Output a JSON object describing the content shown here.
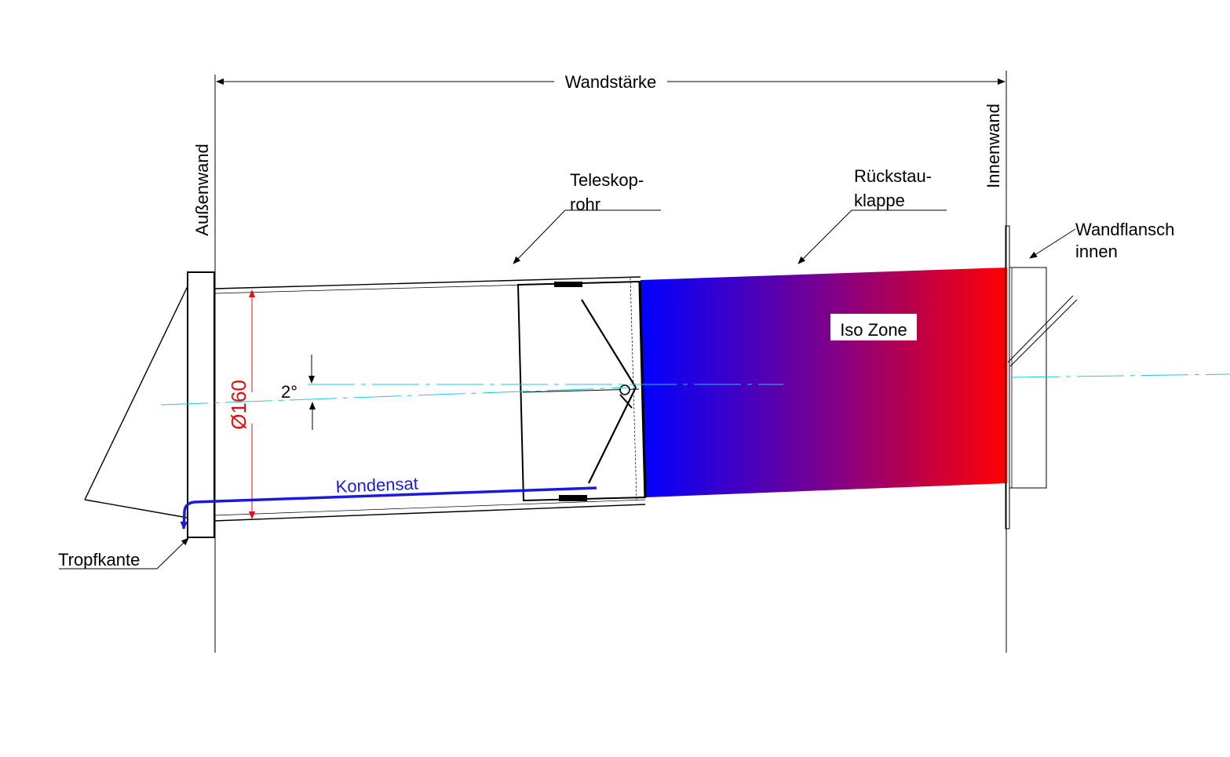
{
  "labels": {
    "wall_thickness": "Wandstärke",
    "outer_wall": "Außenwand",
    "inner_wall": "Innenwand",
    "telescope_pipe_line1": "Teleskop-",
    "telescope_pipe_line2": "rohr",
    "backflow_flap_line1": "Rückstau-",
    "backflow_flap_line2": "klappe",
    "wall_flange_line1": "Wandflansch",
    "wall_flange_line2": "innen",
    "iso_zone": "Iso Zone",
    "angle": "2°",
    "diameter": "Ø160",
    "condensate": "Kondensat",
    "drip_edge": "Tropfkante"
  },
  "colors": {
    "dimension_red": "#e01010",
    "condensate_blue": "#1a1adc",
    "centerline_cyan": "#22c8e0",
    "iso_cold": "#0000ff",
    "iso_warm": "#ff0000"
  }
}
